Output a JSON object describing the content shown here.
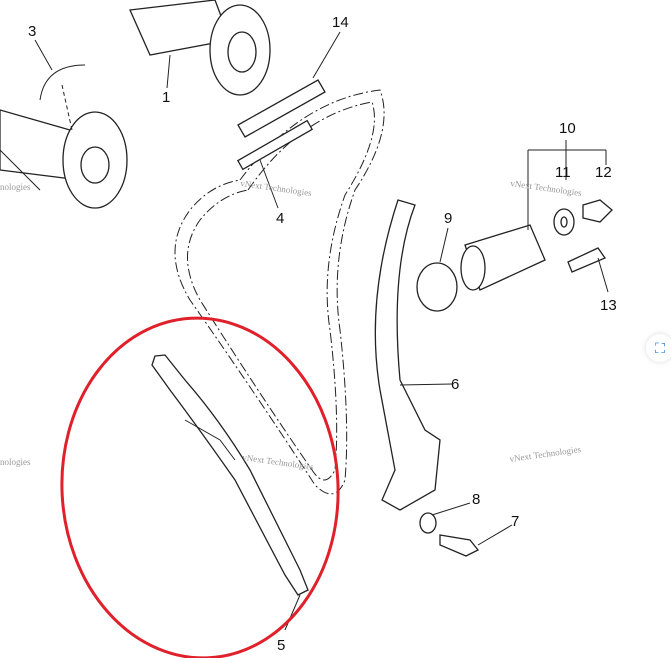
{
  "diagram": {
    "labels": {
      "p1": "1",
      "p3": "3",
      "p4": "4",
      "p5": "5",
      "p6": "6",
      "p7": "7",
      "p8": "8",
      "p9": "9",
      "p10": "10",
      "p11": "11",
      "p12": "12",
      "p13": "13",
      "p14": "14"
    },
    "watermark": "vNext Technologies",
    "highlight_color": "#e0202a"
  },
  "overlay": {
    "icon": "visual-search-icon"
  }
}
